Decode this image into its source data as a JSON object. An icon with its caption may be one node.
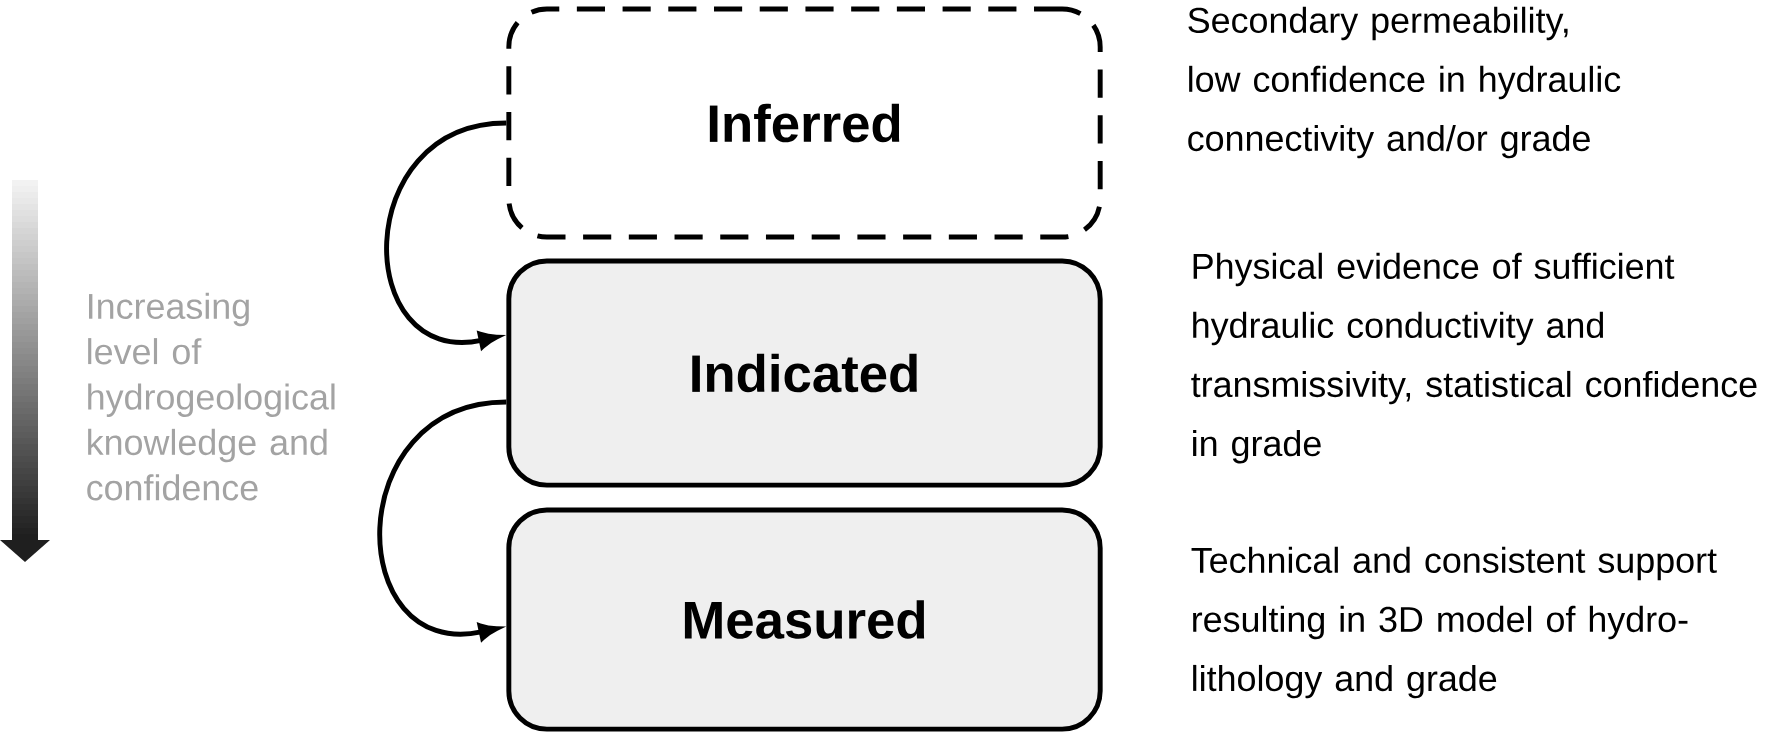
{
  "diagram": {
    "nodes": [
      {
        "text": [
          "Inferred"
        ],
        "beside": [
          "Secondary permeability, low confidence in hydraulic connectivity and/or grade"
        ]
      },
      {
        "text": [
          "Indicated"
        ],
        "beside": [
          "Physical evidence of sufficient hydraulic conductivity and transmissivity, statistical confidence in grade"
        ]
      },
      {
        "text": [
          "Measured"
        ],
        "beside": [
          "Technical and consistent support resulting in 3D model of hydro-lithology and grade"
        ]
      }
    ],
    "edges": [
      {
        "from": 0,
        "to": 1,
        "arrow": "to"
      },
      {
        "from": 1,
        "to": 2,
        "arrow": "to"
      }
    ],
    "labels": [
      "Increasing level of hydrogeological knowledge and confidence"
    ]
  }
}
